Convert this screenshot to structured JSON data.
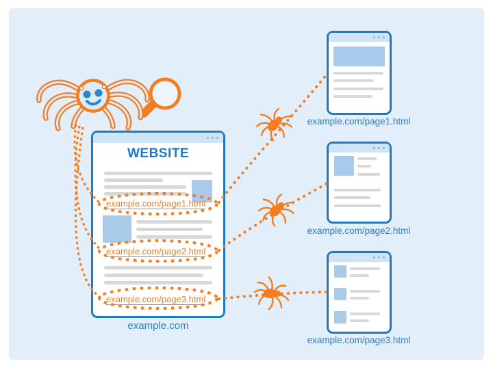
{
  "main_window": {
    "title": "WEBSITE",
    "caption": "example.com",
    "links": [
      {
        "label": "example.com/page1.html"
      },
      {
        "label": "example.com/page2.html"
      },
      {
        "label": "example.com/page3.html"
      }
    ]
  },
  "pages": [
    {
      "caption": "example.com/page1.html"
    },
    {
      "caption": "example.com/page2.html"
    },
    {
      "caption": "example.com/page3.html"
    }
  ],
  "icons": {
    "crawler": "spider-icon",
    "magnifier": "magnifying-glass-icon",
    "window_controls": "window-dots-icon",
    "crawl_paths": "dotted-crawl-path",
    "link_highlights": "dotted-link-circle"
  },
  "colors": {
    "background": "#ffffff",
    "panel": "#e3eefb",
    "window_border": "#1e79c0",
    "window_header": "#cfe4f6",
    "accent_orange": "#f47d20",
    "title_blue": "#1a79c8",
    "caption_blue": "#2b7cc3",
    "placeholder_gray": "#d8d8d8",
    "placeholder_blue": "#a9cbe9",
    "spider_face_blue": "#2c85c7",
    "spider_fill": "#dcebfa"
  }
}
